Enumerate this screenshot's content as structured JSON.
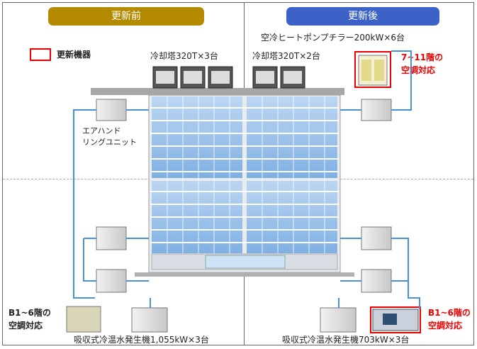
{
  "headers": {
    "before": "更新前",
    "after": "更新後"
  },
  "legend": {
    "label": "更新機器"
  },
  "labels": {
    "cooling_tower_before": "冷却塔320T×3台",
    "cooling_tower_after": "冷却塔320T×2台",
    "heat_pump_chiller": "空冷ヒートポンプチラー200kW×6台",
    "ahu_line1": "エアハンド",
    "ahu_line2": "リングユニット",
    "floors_7_11_line1": "7~11階の",
    "floors_7_11_line2": "空調対応",
    "b1_6_left_line1": "B1~6階の",
    "b1_6_left_line2": "空調対応",
    "b1_6_right_line1": "B1~6階の",
    "b1_6_right_line2": "空調対応",
    "absorption_before": "吸収式冷温水発生機1,055kW×3台",
    "absorption_after": "吸収式冷温水発生機703kW×3台"
  },
  "colors": {
    "before": "#b38a00",
    "after": "#3c62c8",
    "highlight": "#e00000",
    "pipe": "#4a90d9"
  }
}
